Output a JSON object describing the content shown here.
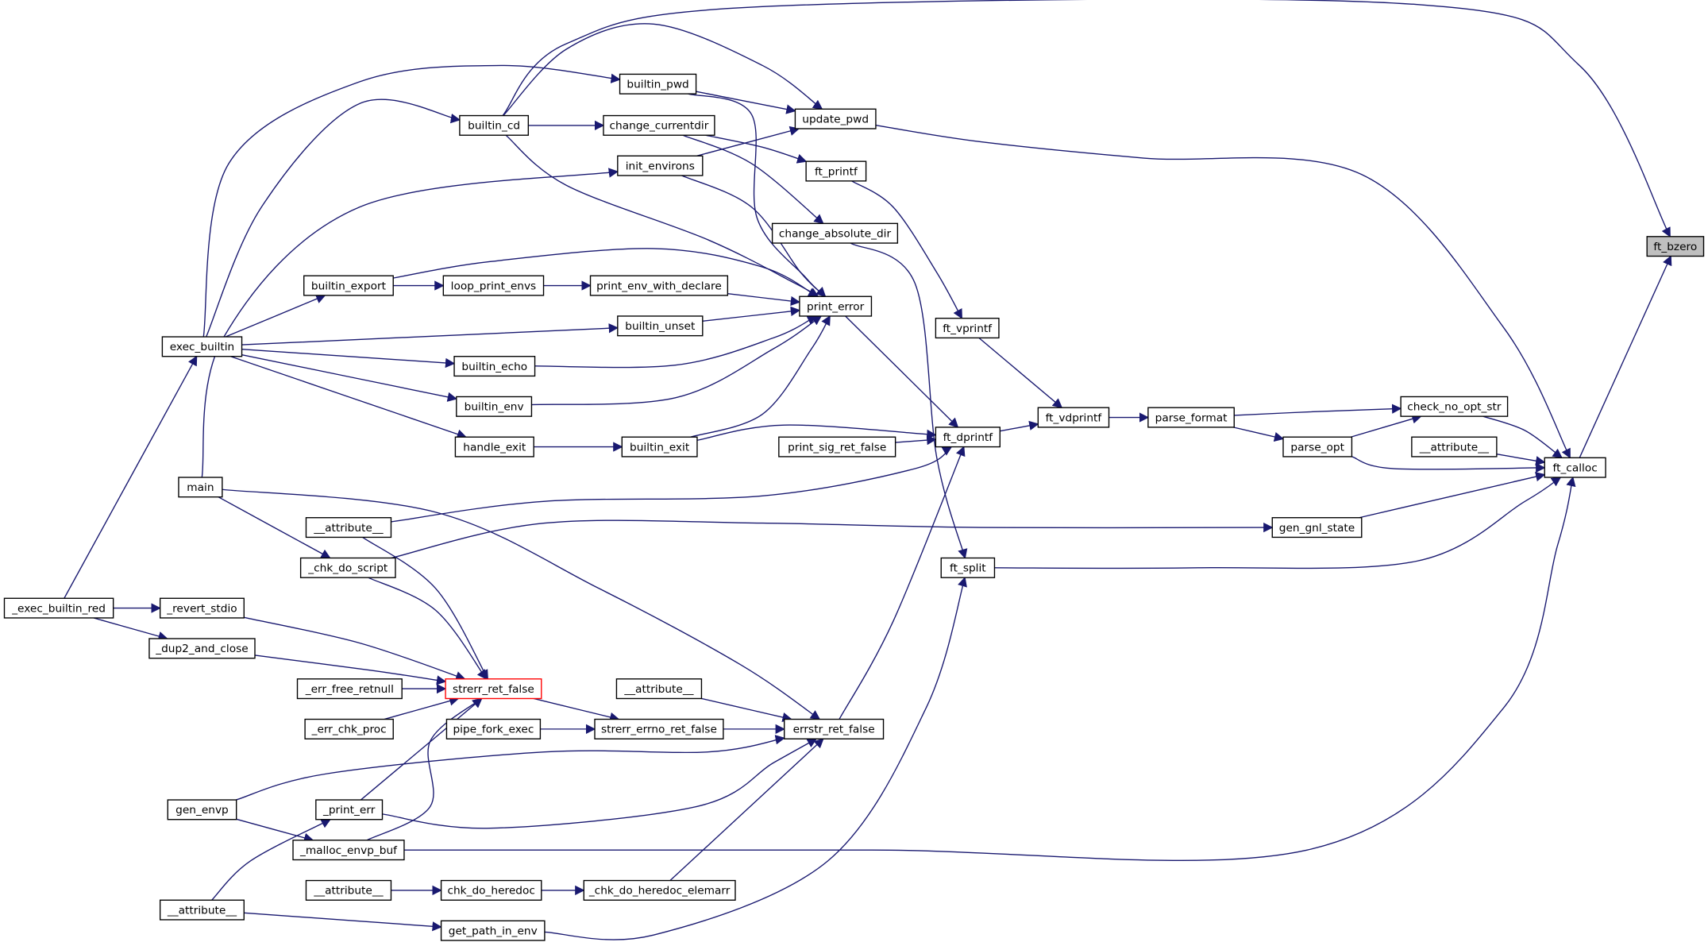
{
  "colors": {
    "edge": "#191970",
    "node_border": "#000000",
    "node_fill": "#ffffff",
    "focus_fill": "#bfbfbf",
    "highlight_border": "#ff0000"
  },
  "nodes": [
    {
      "label": "ft_bzero",
      "focus": true
    },
    {
      "label": "ft_calloc"
    },
    {
      "label": "update_pwd"
    },
    {
      "label": "builtin_pwd"
    },
    {
      "label": "builtin_cd"
    },
    {
      "label": "change_currentdir"
    },
    {
      "label": "init_environs"
    },
    {
      "label": "ft_printf"
    },
    {
      "label": "change_absolute_dir"
    },
    {
      "label": "builtin_export"
    },
    {
      "label": "loop_print_envs"
    },
    {
      "label": "print_env_with_declare"
    },
    {
      "label": "print_error"
    },
    {
      "label": "builtin_unset"
    },
    {
      "label": "exec_builtin"
    },
    {
      "label": "builtin_echo"
    },
    {
      "label": "builtin_env"
    },
    {
      "label": "handle_exit"
    },
    {
      "label": "builtin_exit"
    },
    {
      "label": "print_sig_ret_false"
    },
    {
      "label": "ft_vprintf"
    },
    {
      "label": "ft_dprintf"
    },
    {
      "label": "ft_vdprintf"
    },
    {
      "label": "parse_format"
    },
    {
      "label": "check_no_opt_str"
    },
    {
      "label": "parse_opt"
    },
    {
      "label": "__attribute__"
    },
    {
      "label": "gen_gnl_state"
    },
    {
      "label": "ft_split"
    },
    {
      "label": "main"
    },
    {
      "label": "__attribute__"
    },
    {
      "label": "_chk_do_script"
    },
    {
      "label": "_exec_builtin_red"
    },
    {
      "label": "_revert_stdio"
    },
    {
      "label": "_dup2_and_close"
    },
    {
      "label": "_err_free_retnull"
    },
    {
      "label": "strerr_ret_false",
      "highlight": true
    },
    {
      "label": "__attribute__"
    },
    {
      "label": "_err_chk_proc"
    },
    {
      "label": "pipe_fork_exec"
    },
    {
      "label": "strerr_errno_ret_false"
    },
    {
      "label": "errstr_ret_false"
    },
    {
      "label": "gen_envp"
    },
    {
      "label": "_print_err"
    },
    {
      "label": "_malloc_envp_buf"
    },
    {
      "label": "__attribute__"
    },
    {
      "label": "chk_do_heredoc"
    },
    {
      "label": "_chk_do_heredoc_elemarr"
    },
    {
      "label": "__attribute__"
    },
    {
      "label": "get_path_in_env"
    }
  ],
  "edges": [
    [
      4,
      0
    ],
    [
      4,
      2
    ],
    [
      4,
      5
    ],
    [
      4,
      12
    ],
    [
      14,
      3
    ],
    [
      14,
      4
    ],
    [
      14,
      9
    ],
    [
      14,
      13
    ],
    [
      14,
      15
    ],
    [
      14,
      16
    ],
    [
      14,
      17
    ],
    [
      3,
      2
    ],
    [
      3,
      12
    ],
    [
      5,
      7
    ],
    [
      5,
      8
    ],
    [
      6,
      2
    ],
    [
      6,
      12
    ],
    [
      29,
      6
    ],
    [
      29,
      41
    ],
    [
      29,
      31
    ],
    [
      2,
      1
    ],
    [
      7,
      20
    ],
    [
      8,
      28
    ],
    [
      9,
      10
    ],
    [
      9,
      12
    ],
    [
      10,
      11
    ],
    [
      11,
      12
    ],
    [
      13,
      12
    ],
    [
      15,
      12
    ],
    [
      16,
      12
    ],
    [
      17,
      18
    ],
    [
      18,
      12
    ],
    [
      18,
      21
    ],
    [
      12,
      21
    ],
    [
      19,
      21
    ],
    [
      20,
      22
    ],
    [
      21,
      22
    ],
    [
      22,
      23
    ],
    [
      23,
      24
    ],
    [
      23,
      25
    ],
    [
      25,
      24
    ],
    [
      25,
      1
    ],
    [
      24,
      1
    ],
    [
      26,
      1
    ],
    [
      27,
      1
    ],
    [
      28,
      1
    ],
    [
      1,
      0
    ],
    [
      44,
      1
    ],
    [
      30,
      21
    ],
    [
      30,
      36
    ],
    [
      31,
      27
    ],
    [
      31,
      36
    ],
    [
      32,
      14
    ],
    [
      32,
      33
    ],
    [
      32,
      34
    ],
    [
      33,
      36
    ],
    [
      34,
      36
    ],
    [
      35,
      36
    ],
    [
      38,
      36
    ],
    [
      36,
      40
    ],
    [
      39,
      40
    ],
    [
      40,
      41
    ],
    [
      37,
      41
    ],
    [
      41,
      21
    ],
    [
      42,
      41
    ],
    [
      42,
      44
    ],
    [
      43,
      36
    ],
    [
      43,
      41
    ],
    [
      44,
      36
    ],
    [
      45,
      46
    ],
    [
      46,
      47
    ],
    [
      47,
      41
    ],
    [
      48,
      43
    ],
    [
      48,
      49
    ],
    [
      49,
      28
    ]
  ]
}
